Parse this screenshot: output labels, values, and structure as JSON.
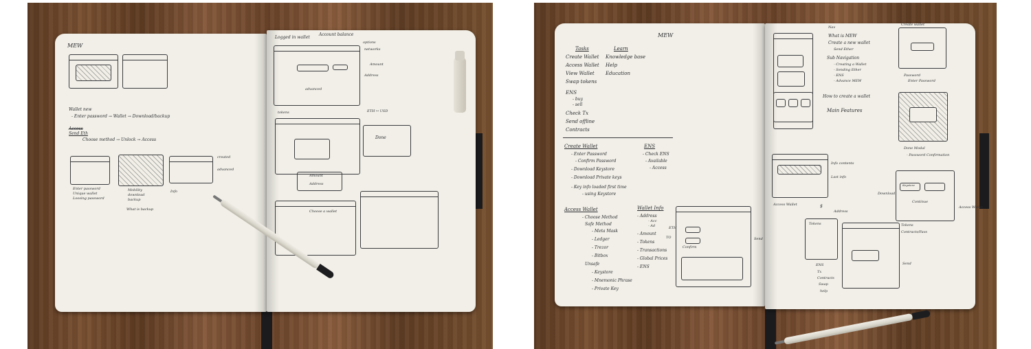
{
  "photos": [
    {
      "id": "left",
      "left_page": {
        "title": "MEW",
        "notes": [
          "Wallet new",
          "- Enter password → Wallet → Download/backup",
          "Access",
          "Send Eth",
          "Choose method → Unlock → Access",
          "Enter password",
          "Unique wallet",
          "Loosing password",
          "Mobility",
          "download",
          "backup",
          "What is backup",
          "Info",
          "created",
          "advanced"
        ]
      },
      "right_page": {
        "annotations": [
          "Logged in wallet",
          "Account balance",
          "options",
          "networks",
          "Amount",
          "Address",
          "advanced",
          "tokens",
          "ETH ↔ USD",
          "Amount",
          "Address",
          "Choose a wallet",
          "Done"
        ]
      }
    },
    {
      "id": "right",
      "left_page": {
        "title": "MEW",
        "tasks_header": "Tasks",
        "learn_header": "Learn",
        "tasks": [
          "Create Wallet",
          "Access Wallet",
          "View Wallet",
          "Swap tokens",
          "ENS",
          "- buy",
          "- sell",
          "Check Tx",
          "Send offline",
          "Contracts"
        ],
        "learn": [
          "Knowledge base",
          "Help",
          "Education"
        ],
        "create_wallet_header": "Create Wallet",
        "create_wallet": [
          "- Enter Password",
          "- Confirm Password",
          "- Download Keystore",
          "- Download Private keys",
          "- Key info loaded first time",
          "- using Keystore"
        ],
        "ens_header": "ENS",
        "ens": [
          "- Check ENS",
          "- Available",
          "- Access"
        ],
        "access_wallet_header": "Access Wallet",
        "access_wallet": [
          "- Choose Method",
          "Safe Method",
          "- Meta Mask",
          "- Ledger",
          "- Trezor",
          "- Bitbox",
          "Unsafe",
          "- Keystore",
          "- Mnemonic Phrase",
          "- Private Key"
        ],
        "wallet_info_header": "Wallet Info",
        "wallet_info": [
          "- Address",
          "- Acc",
          "- Ad",
          "- Amount",
          "- Tokens",
          "- Transactions",
          "- Global Prices",
          "- ENS"
        ]
      },
      "right_page": {
        "annotations": [
          "Nav",
          "What is MEW",
          "Create a new wallet",
          "Send Ether",
          "Sub Navigation",
          "- Creating a Wallet",
          "- Sending Ether",
          "- ENS",
          "- Advance MEW",
          "How to create a wallet",
          "Main Features",
          "Info contents",
          "Last info",
          "Create wallet",
          "Access Wallet",
          "Password",
          "Enter Password",
          "Done Modal",
          "- Password Confirmation",
          "Download",
          "Keystore",
          "Continue",
          "Access Wallet",
          "Address",
          "Tokens",
          "Tokens",
          "Contracts/Favs",
          "Send",
          "ENS",
          "Tx",
          "Contracts",
          "Swap",
          "help",
          "Confirm",
          "$",
          "ETH",
          "TO",
          "Send"
        ]
      }
    }
  ],
  "colors": {
    "page": "#f1efe7",
    "ink": "#2b2b30",
    "desk": "#6e472b",
    "bookmark": "#1b1b1d"
  }
}
